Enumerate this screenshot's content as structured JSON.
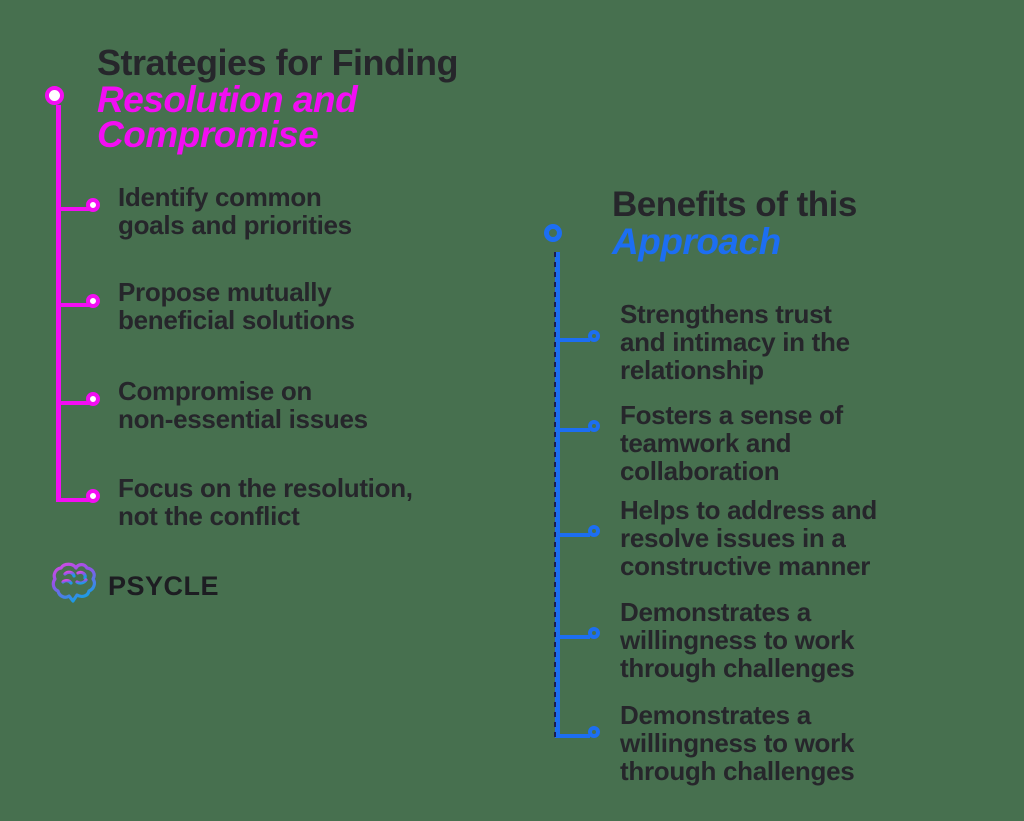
{
  "background_color": "#47704F",
  "colors": {
    "magenta_accent": "#F30DF3",
    "blue_accent": "#1C6EF2",
    "dark_text": "#26262B",
    "node_fill_left": "#ffffff"
  },
  "left_section": {
    "title_line1": "Strategies for Finding",
    "title_line2": "Resolution and",
    "title_line3": "Compromise",
    "items": [
      {
        "lines": [
          "Identify common",
          "goals and priorities"
        ]
      },
      {
        "lines": [
          "Propose mutually",
          "beneficial solutions"
        ]
      },
      {
        "lines": [
          "Compromise on",
          "non-essential issues"
        ]
      },
      {
        "lines": [
          "Focus on the resolution,",
          "not the conflict"
        ]
      }
    ]
  },
  "right_section": {
    "title_line1": "Benefits of this",
    "title_line2": "Approach",
    "items": [
      {
        "lines": [
          "Strengthens trust",
          "and intimacy in the",
          "relationship"
        ]
      },
      {
        "lines": [
          "Fosters a sense of",
          "teamwork and",
          "collaboration"
        ]
      },
      {
        "lines": [
          "Helps to address and",
          "resolve issues in a",
          "constructive manner"
        ]
      },
      {
        "lines": [
          "Demonstrates a",
          "willingness to work",
          "through challenges"
        ]
      },
      {
        "lines": [
          "Demonstrates a",
          "willingness to work",
          "through challenges"
        ]
      }
    ]
  },
  "logo": {
    "icon": "brain-icon",
    "text": "PSYCLE"
  }
}
